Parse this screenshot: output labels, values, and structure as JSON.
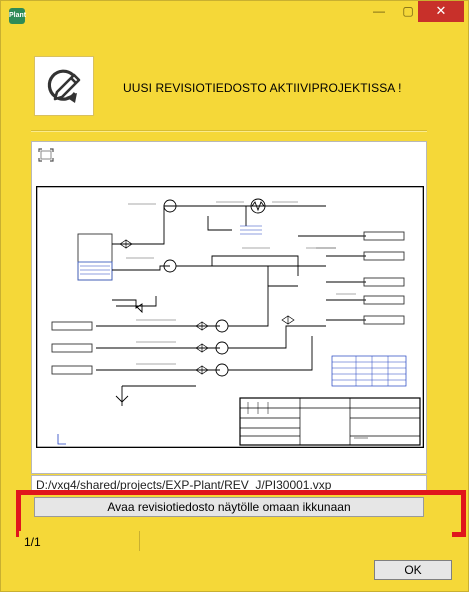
{
  "window": {
    "app_icon_label": "Plant",
    "minimize_glyph": "—",
    "maximize_glyph": "▢",
    "close_glyph": "✕"
  },
  "header": {
    "icon": "edit-refresh-icon",
    "title": "UUSI REVISIOTIEDOSTO AKTIIVIPROJEKTISSA !"
  },
  "preview": {
    "fit_icon": "fit-to-window-icon",
    "file_path": "D:/vxg4/shared/projects/EXP-Plant/REV_J/PI30001.vxp"
  },
  "actions": {
    "open_button_label": "Avaa revisiotiedosto näytölle omaan ikkunaan",
    "ok_label": "OK"
  },
  "status": {
    "page_count": "1/1"
  },
  "colors": {
    "window_bg": "#f5d838",
    "highlight": "#e0161c",
    "close_btn": "#c8302a"
  }
}
